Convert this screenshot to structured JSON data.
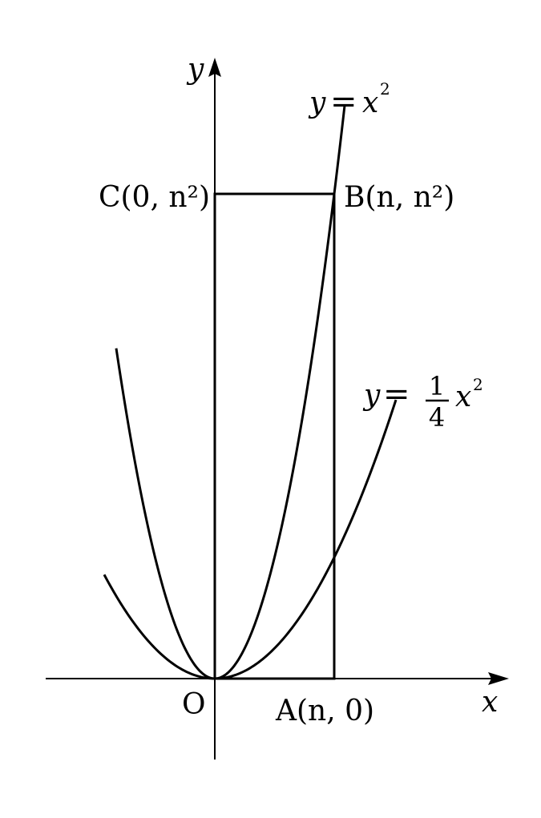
{
  "axes": {
    "x_label": "x",
    "y_label": "y",
    "origin_label": "O"
  },
  "points": {
    "A": {
      "name": "A",
      "coords": "(n, 0)"
    },
    "B": {
      "name": "B",
      "coords": "(n, n²)"
    },
    "C": {
      "name": "C",
      "coords": "(0, n²)"
    }
  },
  "curves": {
    "steep": {
      "label_lhs": "y",
      "label_eq": "=",
      "label_rhs": "x",
      "label_exp": "2"
    },
    "shallow": {
      "label_lhs": "y",
      "label_eq": "=",
      "label_num": "1",
      "label_den": "4",
      "label_rhs": "x",
      "label_exp": "2"
    }
  },
  "colors": {
    "ink": "#000000",
    "background": "#ffffff"
  }
}
